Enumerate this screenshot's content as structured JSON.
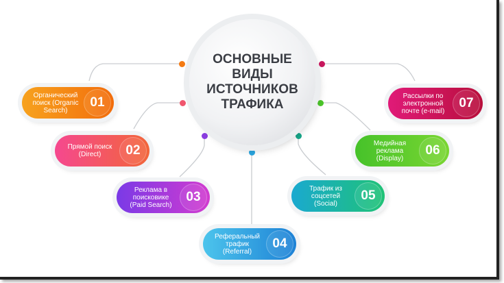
{
  "title": "ОСНОВНЫЕ ВИДЫ ИСТОЧНИКОВ ТРАФИКА",
  "title_lines": [
    "ОСНОВНЫЕ",
    "ВИДЫ",
    "ИСТОЧНИКОВ",
    "ТРАФИКА"
  ],
  "items": [
    {
      "number": "01",
      "lines": [
        "Органический",
        "поиск (Organic",
        "Search)"
      ],
      "color": "#f47a12"
    },
    {
      "number": "02",
      "lines": [
        "Прямой поиск",
        "(Direct)"
      ],
      "color": "#f0517f"
    },
    {
      "number": "03",
      "lines": [
        "Реклама в",
        "поисковике",
        "(Paid Search)"
      ],
      "color": "#9a3ee0"
    },
    {
      "number": "04",
      "lines": [
        "Реферальный",
        "трафик",
        "(Referral)"
      ],
      "color": "#2b9fe0"
    },
    {
      "number": "05",
      "lines": [
        "Трафик из",
        "соцсетей",
        "(Social)"
      ],
      "color": "#16b59e"
    },
    {
      "number": "06",
      "lines": [
        "Медийная",
        "реклама",
        "(Display)"
      ],
      "color": "#5cc629"
    },
    {
      "number": "07",
      "lines": [
        "Рассылки по",
        "электронной",
        "почте (e-mail)"
      ],
      "color": "#d5166a"
    }
  ]
}
